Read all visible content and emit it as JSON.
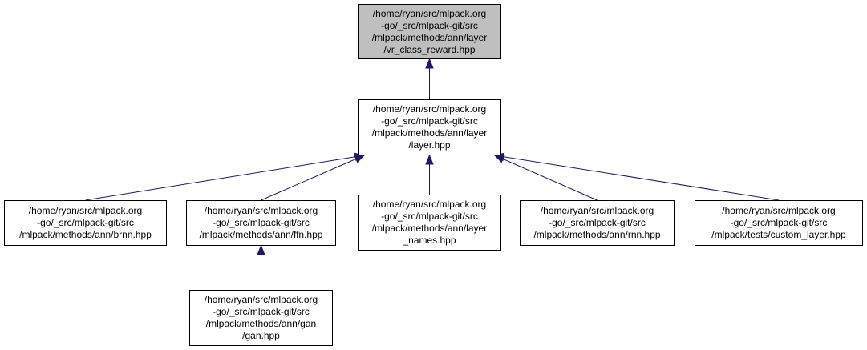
{
  "diagram": {
    "edge_color": "#191970",
    "current_fill": "#bfbfbf",
    "nodes": {
      "vr_class_reward": {
        "lines": [
          "/home/ryan/src/mlpack.org",
          "-go/_src/mlpack-git/src",
          "/mlpack/methods/ann/layer",
          "/vr_class_reward.hpp"
        ],
        "current": true
      },
      "layer": {
        "lines": [
          "/home/ryan/src/mlpack.org",
          "-go/_src/mlpack-git/src",
          "/mlpack/methods/ann/layer",
          "/layer.hpp"
        ]
      },
      "brnn": {
        "lines": [
          "/home/ryan/src/mlpack.org",
          "-go/_src/mlpack-git/src",
          "/mlpack/methods/ann/brnn.hpp"
        ]
      },
      "ffn": {
        "lines": [
          "/home/ryan/src/mlpack.org",
          "-go/_src/mlpack-git/src",
          "/mlpack/methods/ann/ffn.hpp"
        ]
      },
      "layer_names": {
        "lines": [
          "/home/ryan/src/mlpack.org",
          "-go/_src/mlpack-git/src",
          "/mlpack/methods/ann/layer",
          "_names.hpp"
        ]
      },
      "rnn": {
        "lines": [
          "/home/ryan/src/mlpack.org",
          "-go/_src/mlpack-git/src",
          "/mlpack/methods/ann/rnn.hpp"
        ]
      },
      "custom_layer": {
        "lines": [
          "/home/ryan/src/mlpack.org",
          "-go/_src/mlpack-git/src",
          "/mlpack/tests/custom_layer.hpp"
        ]
      },
      "gan": {
        "lines": [
          "/home/ryan/src/mlpack.org",
          "-go/_src/mlpack-git/src",
          "/mlpack/methods/ann/gan",
          "/gan.hpp"
        ]
      }
    },
    "edges": [
      {
        "from": "layer",
        "to": "vr_class_reward"
      },
      {
        "from": "brnn",
        "to": "layer"
      },
      {
        "from": "ffn",
        "to": "layer"
      },
      {
        "from": "layer_names",
        "to": "layer"
      },
      {
        "from": "rnn",
        "to": "layer"
      },
      {
        "from": "custom_layer",
        "to": "layer"
      },
      {
        "from": "gan",
        "to": "ffn"
      }
    ]
  }
}
